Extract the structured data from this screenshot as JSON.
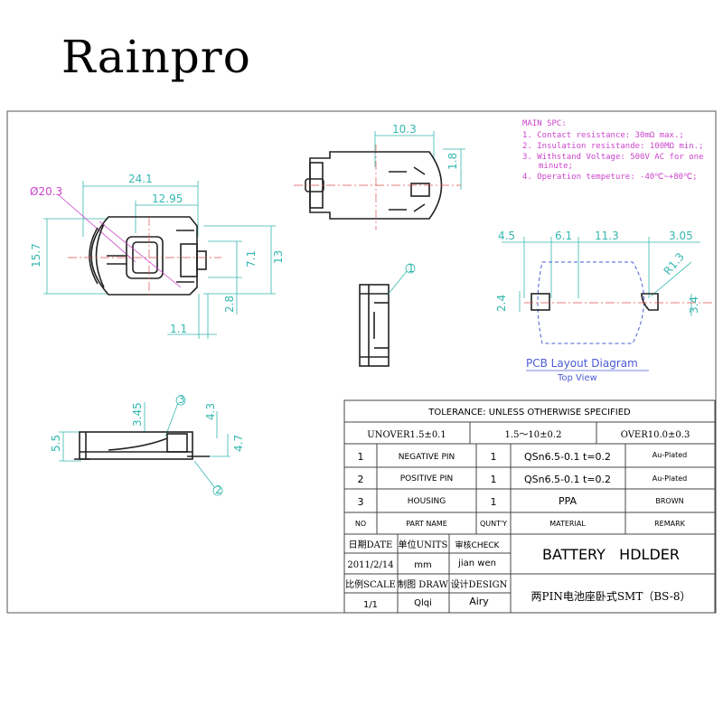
{
  "brand": "Rainpro",
  "main_spec": {
    "title": "MAIN SPC:",
    "lines": [
      "1. Contact resistance: 30mΩ max.;",
      "2. Insulation resistande: 100MΩ min.;",
      "3. Withstand Voltage: 500V AC for one",
      "minute;",
      "4. Operation tempeture: -40℃~+80℃;"
    ]
  },
  "dims": {
    "top_width": "10.3",
    "top_height": "1.8",
    "diameter": "Ø20.3",
    "overall_width": "24.1",
    "inner_width": "12.95",
    "height_left": "15.7",
    "inner_h": "7.1",
    "outer_h": "13",
    "h_small": "2.8",
    "offset": "1.1",
    "side_h1": "3.45",
    "side_h2": "4.3",
    "side_h3": "5.5",
    "side_h4": "4.7",
    "pcb_a": "4.5",
    "pcb_b": "6.1",
    "pcb_c": "11.3",
    "pcb_d": "3.05",
    "pcb_r": "R1.3",
    "pcb_h1": "2.4",
    "pcb_h2": "3.4"
  },
  "callouts": {
    "one": "1",
    "two": "2",
    "three": "3"
  },
  "pcb": {
    "title": "PCB Layout Diagram",
    "subtitle": "Top View"
  },
  "tolerance": {
    "title": "TOLERANCE: UNLESS OTHERWISE SPECIFIED",
    "c1": "UNOVER1.5±0.1",
    "c2": "1.5～10±0.2",
    "c3": "OVER10.0±0.3"
  },
  "parts": [
    {
      "no": "1",
      "name": "NEGATIVE PIN",
      "qty": "1",
      "material": "QSn6.5-0.1  t=0.2",
      "remark": "Au-Plated"
    },
    {
      "no": "2",
      "name": "POSITIVE PIN",
      "qty": "1",
      "material": "QSn6.5-0.1  t=0.2",
      "remark": "Au-Plated"
    },
    {
      "no": "3",
      "name": "HOUSING",
      "qty": "1",
      "material": "PPA",
      "remark": "BROWN"
    }
  ],
  "parts_header": {
    "no": "NO",
    "name": "PART NAME",
    "qty": "QUNT'Y",
    "material": "MATERIAL",
    "remark": "REMARK"
  },
  "title_block": {
    "date_label": "日期DATE",
    "units_label": "单位UNITS",
    "check_label": "审核CHECK",
    "date": "2011/2/14",
    "units": "mm",
    "check": "jian wen",
    "scale_label": "比例SCALE",
    "draw_label": "制图 DRAW",
    "design_label": "设计DESIGN",
    "scale": "1/1",
    "draw": "Qlqi",
    "design": "Airy",
    "product_title": "BATTERY   HDLDER",
    "product_desc": "两PIN电池座卧式SMT（BS-8）"
  }
}
